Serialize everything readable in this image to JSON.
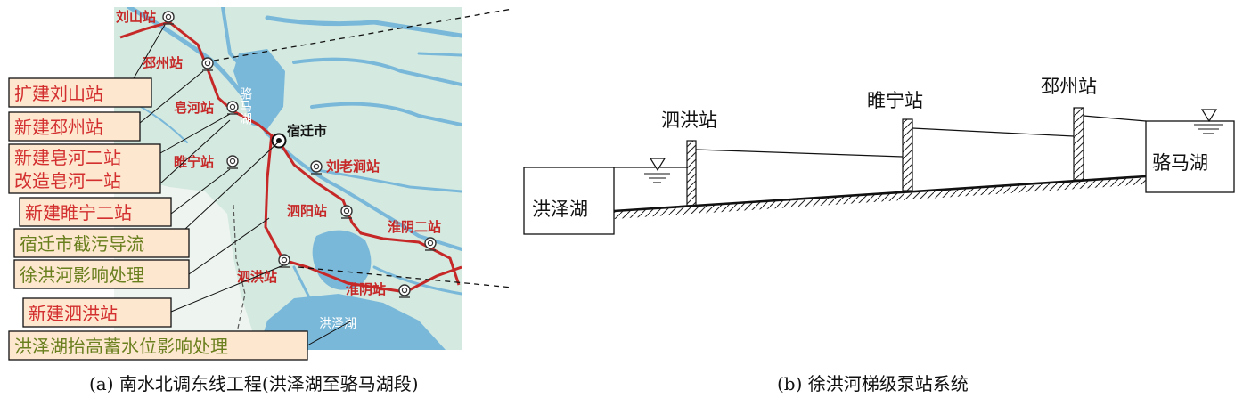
{
  "panel_a": {
    "map": {
      "stations": [
        {
          "label": "刘山站",
          "icon": "pump-station-icon"
        },
        {
          "label": "邳州站",
          "icon": "pump-station-icon"
        },
        {
          "label": "皂河站",
          "icon": "pump-station-icon"
        },
        {
          "label": "睢宁站",
          "icon": "pump-station-icon"
        },
        {
          "label": "刘老涧站",
          "icon": "pump-station-icon"
        },
        {
          "label": "泗阳站",
          "icon": "pump-station-icon"
        },
        {
          "label": "淮阴二站",
          "icon": "pump-station-icon"
        },
        {
          "label": "泗洪站",
          "icon": "pump-station-icon"
        },
        {
          "label": "淮阴站",
          "icon": "pump-station-icon"
        }
      ],
      "city": "宿迁市",
      "lake_luoma": "骆马湖",
      "lake_hongze": "洪泽湖"
    },
    "callouts": [
      "扩建刘山站",
      "新建邳州站",
      "新建皂河二站",
      "改造皂河一站",
      "新建睢宁二站",
      "宿迁市截污导流",
      "徐洪河影响处理",
      "新建泗洪站",
      "洪泽湖抬高蓄水位影响处理"
    ],
    "caption": "(a) 南水北调东线工程(洪泽湖至骆马湖段)"
  },
  "panel_b": {
    "left_lake": "洪泽湖",
    "right_lake": "骆马湖",
    "stations": [
      "泗洪站",
      "睢宁站",
      "邳州站"
    ],
    "caption": "(b) 徐洪河梯级泵站系统"
  },
  "colors": {
    "map_land": "#d4e9e0",
    "map_water": "#7ab8d9",
    "route": "#c62828",
    "callout_fill": "#fde7cf",
    "callout_red_text": "#d32f2f",
    "callout_green_text": "#6a7f1e"
  }
}
